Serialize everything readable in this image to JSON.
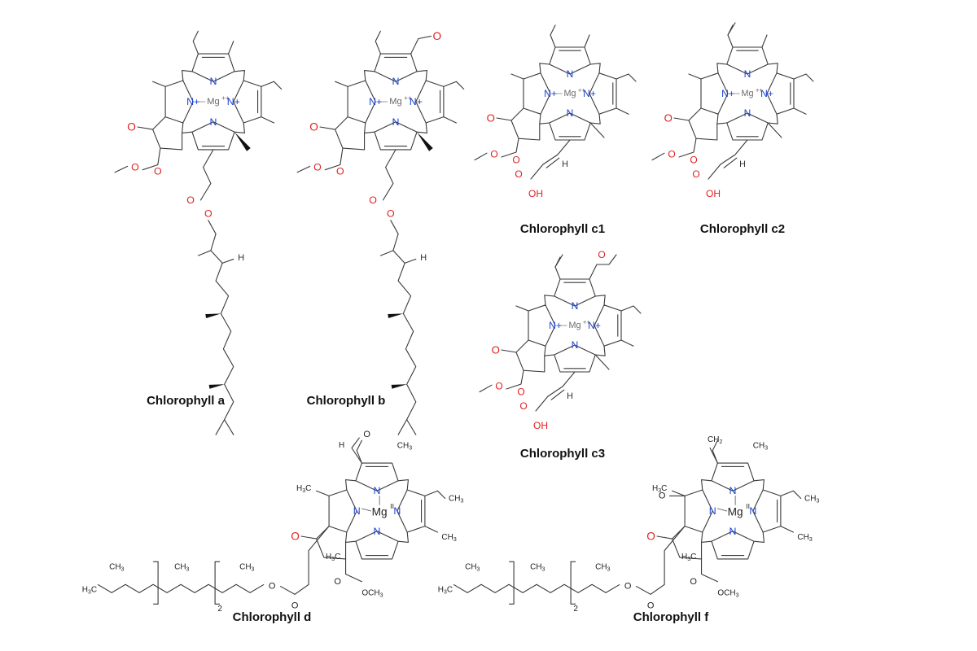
{
  "captions": {
    "a": "Chlorophyll a",
    "b": "Chlorophyll b",
    "c1": "Chlorophyll c1",
    "c2": "Chlorophyll c2",
    "c3": "Chlorophyll c3",
    "d": "Chlorophyll d",
    "f": "Chlorophyll f"
  },
  "atoms": {
    "mg_small": "Mg",
    "mg_charge": "++",
    "n": "N",
    "n_plus": "N+",
    "oh": "OH",
    "h": "H",
    "mg_large": "Mg",
    "mg_roman": "II",
    "ch3": "CH3",
    "h3c": "H3C",
    "och3": "OCH3",
    "ch2": "CH2",
    "sub2": "2",
    "o": "O"
  },
  "colors": {
    "bond": "#3a3a3a",
    "nitrogen": "#1a3fd0",
    "oxygen": "#e02020",
    "magnesium": "#6a6a6a",
    "caption": "#111111"
  }
}
